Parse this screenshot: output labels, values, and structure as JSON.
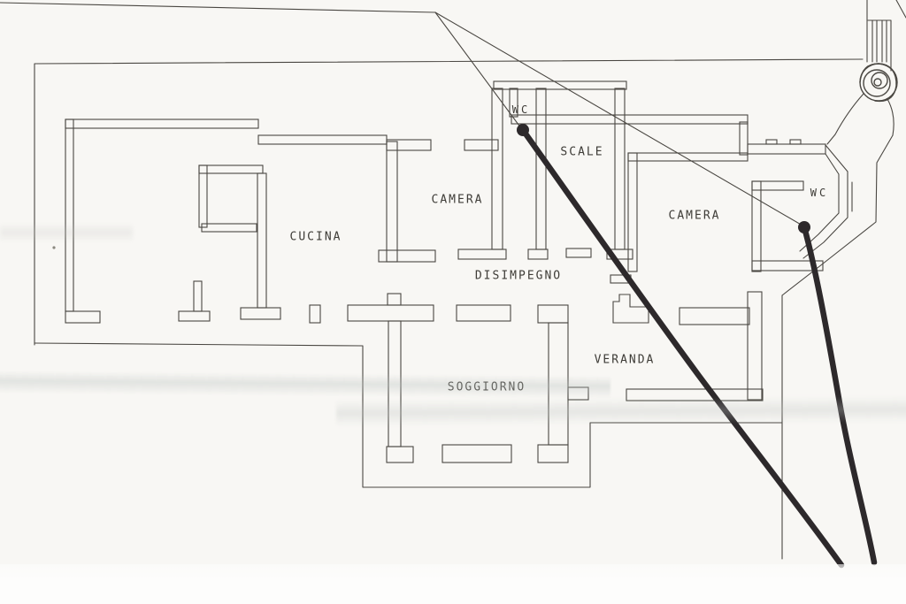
{
  "plan": {
    "rooms": [
      {
        "id": "wc-left",
        "name": "WC"
      },
      {
        "id": "scale",
        "name": "SCALE"
      },
      {
        "id": "camera-left",
        "name": "CAMERA"
      },
      {
        "id": "cucina",
        "name": "CUCINA"
      },
      {
        "id": "disimpegno",
        "name": "DISIMPEGNO"
      },
      {
        "id": "camera-right",
        "name": "CAMERA"
      },
      {
        "id": "wc-right",
        "name": "WC"
      },
      {
        "id": "soggiorno",
        "name": "SOGGIORNO"
      },
      {
        "id": "veranda",
        "name": "VERANDA"
      }
    ],
    "annotations": {
      "leader_lines": [
        {
          "to": "wc-left"
        },
        {
          "to": "wc-right"
        }
      ],
      "marker_lines": [
        {
          "from": "wc-left",
          "direction": "bottom-right"
        },
        {
          "from": "wc-right",
          "direction": "bottom-right"
        }
      ]
    }
  },
  "colors": {
    "ink": "#4a4742",
    "marker": "#2d292b",
    "paper": "#f8f7f4",
    "label": "#3e3c37"
  }
}
